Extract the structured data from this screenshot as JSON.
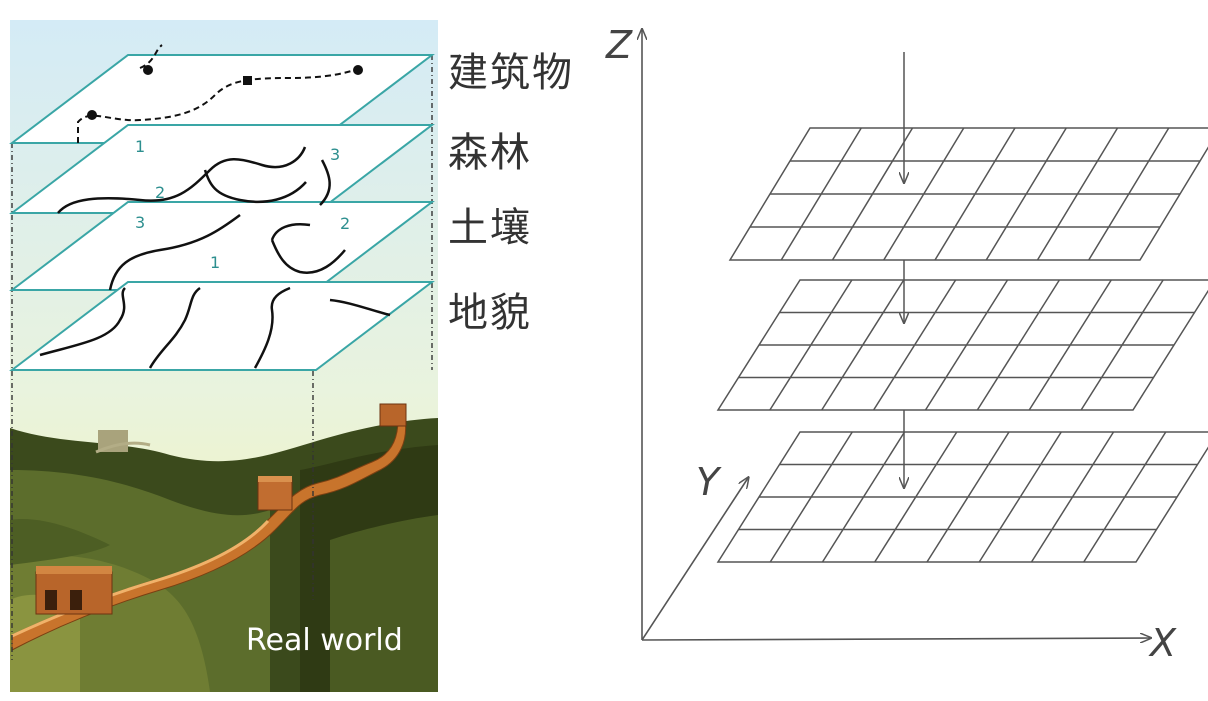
{
  "left_panel": {
    "caption": "Real world",
    "layers": [
      {
        "id": "buildings",
        "label": "建筑物"
      },
      {
        "id": "forest",
        "label": "森林"
      },
      {
        "id": "soil",
        "label": "土壤"
      },
      {
        "id": "terrain",
        "label": "地貌"
      }
    ],
    "region_numbers": {
      "forest": [
        "1",
        "2",
        "3"
      ],
      "soil": [
        "3",
        "2",
        "1"
      ]
    },
    "colors": {
      "sky_top": "#d6ecf6",
      "sky_bottom": "#f5f3b4",
      "plane_stroke": "#3aa6a6",
      "hill_dark": "#2f3d17",
      "hill_mid": "#5a6b2a",
      "wall": "#c8742c"
    }
  },
  "grid_diagram": {
    "axis_labels": {
      "x": "X",
      "y": "Y",
      "z": "Z"
    },
    "layer_count": 3,
    "grid_cols": 8,
    "grid_rows": 4,
    "colors": {
      "line": "#555555"
    }
  }
}
